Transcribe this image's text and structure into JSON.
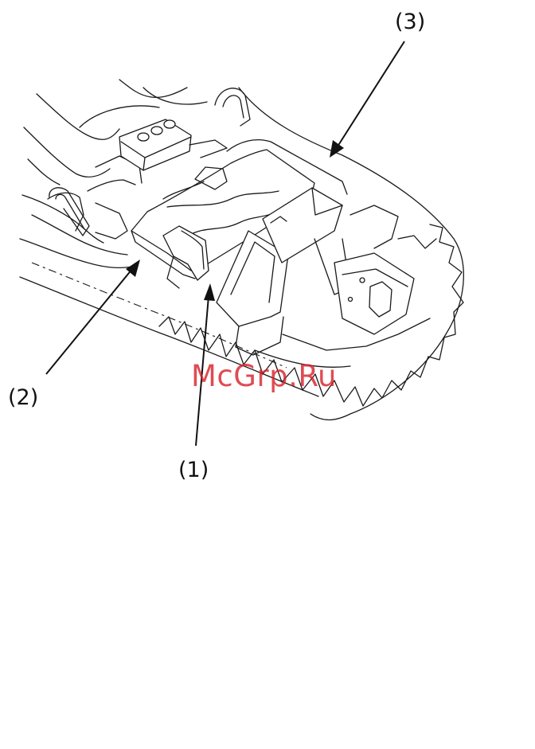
{
  "callouts": {
    "one": "(1)",
    "two": "(2)",
    "three": "(3)"
  },
  "watermark": "McGrp.Ru",
  "colors": {
    "line": "#1a1a1a",
    "watermark": "#d71e28",
    "background": "#ffffff"
  }
}
